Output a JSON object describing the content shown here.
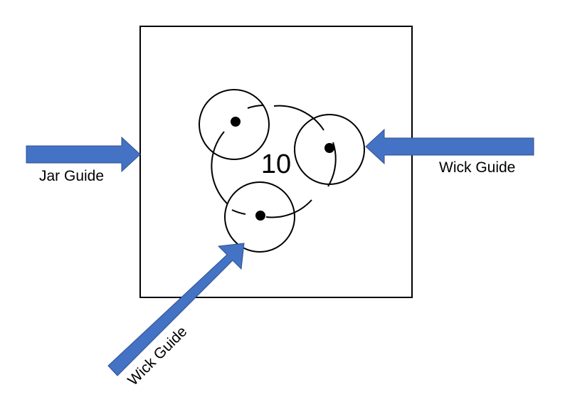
{
  "diagram": {
    "center_number": "10",
    "labels": {
      "jar_guide": "Jar Guide",
      "wick_guide_right": "Wick Guide",
      "wick_guide_bottom": "Wick Guide"
    },
    "colors": {
      "arrow": "#4472c4",
      "arrow_outline": "#2f528f",
      "line": "#000000"
    }
  }
}
